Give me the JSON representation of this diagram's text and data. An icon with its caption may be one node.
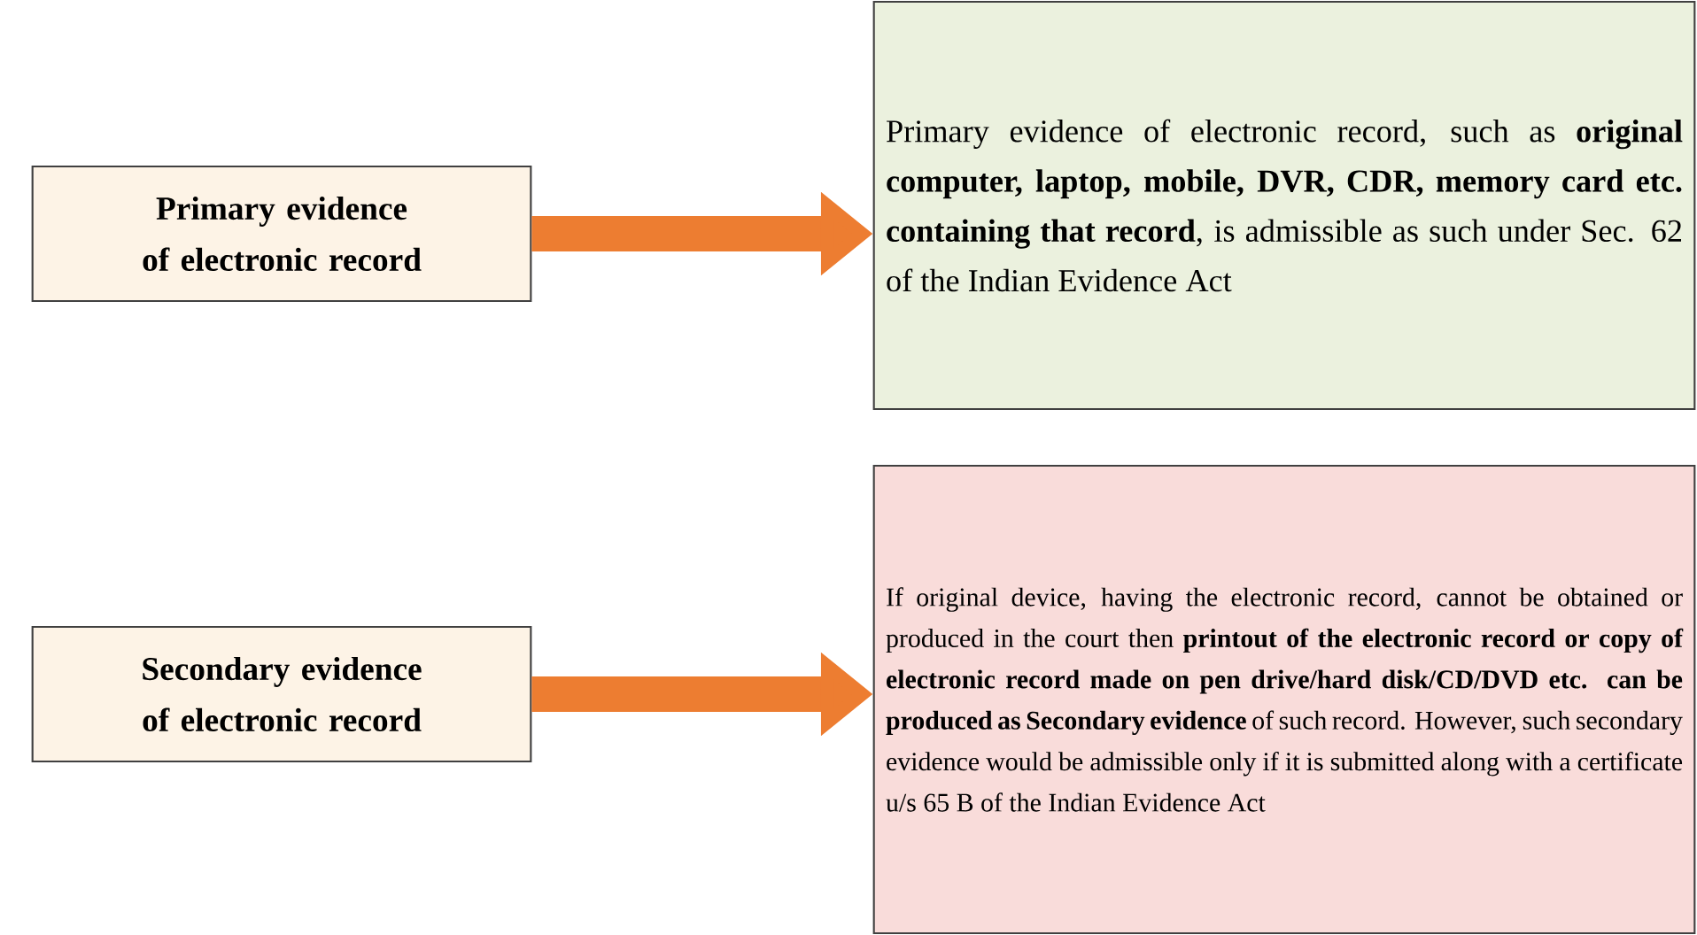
{
  "diagram": {
    "nodes": [
      {
        "text": [
          "Primary evidence of electronic record"
        ]
      },
      {
        "text": [
          "Primary evidence of electronic record, such as **original computer, laptop, mobile, DVR, CDR, memory card etc. containing that record**, is admissible as such under Sec. 62 of the Indian Evidence Act"
        ]
      },
      {
        "text": [
          "Secondary evidence of electronic record"
        ]
      },
      {
        "text": [
          "If original device, having the electronic record, cannot be obtained or produced in the court then **printout of the electronic record or copy of electronic record made on pen drive/hard disk/CD/DVD etc. can be produced as Secondary evidence** of such record. However, such secondary evidence would be admissible only if it is submitted along with a certificate u/s 65 B of the Indian Evidence Act"
        ]
      }
    ],
    "edges": [
      {
        "from": 0,
        "to": 1,
        "arrow": "to"
      },
      {
        "from": 2,
        "to": 3,
        "arrow": "to"
      }
    ]
  }
}
